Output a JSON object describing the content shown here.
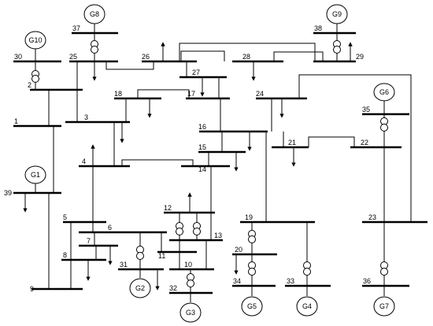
{
  "diagram": {
    "colors": {
      "line": "#000000",
      "background": "#ffffff"
    },
    "bus_labels": {
      "b1": "1",
      "b2": "2",
      "b3": "3",
      "b4": "4",
      "b5": "5",
      "b6": "6",
      "b7": "7",
      "b8": "8",
      "b9": "9",
      "b10": "10",
      "b11": "11",
      "b12": "12",
      "b13": "13",
      "b14": "14",
      "b15": "15",
      "b16": "16",
      "b17": "17",
      "b18": "18",
      "b19": "19",
      "b20": "20",
      "b21": "21",
      "b22": "22",
      "b23": "23",
      "b24": "24",
      "b25": "25",
      "b26": "26",
      "b27": "27",
      "b28": "28",
      "b29": "29",
      "b30": "30",
      "b31": "31",
      "b32": "32",
      "b33": "33",
      "b34": "34",
      "b35": "35",
      "b36": "36",
      "b37": "37",
      "b38": "38",
      "b39": "39"
    },
    "generators": {
      "g1": "G1",
      "g2": "G2",
      "g3": "G3",
      "g4": "G4",
      "g5": "G5",
      "g6": "G6",
      "g7": "G7",
      "g8": "G8",
      "g9": "G9",
      "g10": "G10"
    }
  }
}
